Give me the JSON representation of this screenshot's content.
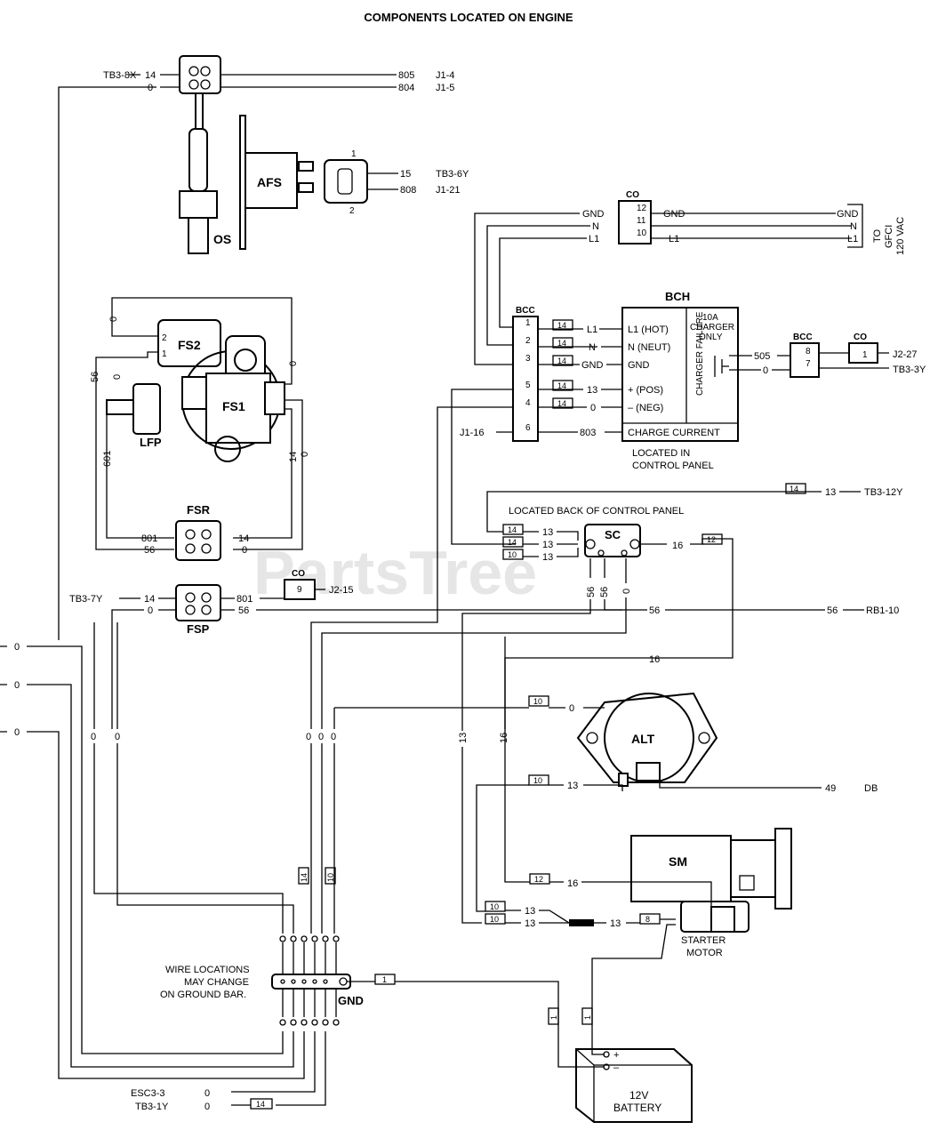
{
  "title": "COMPONENTS LOCATED ON ENGINE",
  "watermark": "PartsTree",
  "components": {
    "os": "OS",
    "afs": "AFS",
    "fs2": "FS2",
    "fs1": "FS1",
    "lfp": "LFP",
    "fsr": "FSR",
    "fsp": "FSP",
    "co": "CO",
    "bcc": "BCC",
    "bch": "BCH",
    "sc": "SC",
    "alt": "ALT",
    "sm": "SM",
    "gnd": "GND"
  },
  "notes": {
    "to_gfci_1": "TO",
    "to_gfci_2": "GFCI",
    "to_gfci_3": "120 VAC",
    "bch_located_1": "LOCATED IN",
    "bch_located_2": "CONTROL PANEL",
    "sc_located": "LOCATED BACK OF CONTROL PANEL",
    "charger_1": "10A",
    "charger_2": "CHARGER",
    "charger_3": "ONLY",
    "charger_failure": "CHARGER FAILURE",
    "starter_1": "STARTER",
    "starter_2": "MOTOR",
    "wire_loc_1": "WIRE LOCATIONS",
    "wire_loc_2": "MAY CHANGE",
    "wire_loc_3": "ON GROUND BAR.",
    "battery_1": "12V",
    "battery_2": "BATTERY"
  },
  "bch_terminals": [
    "L1 (HOT)",
    "N (NEUT)",
    "GND",
    "+ (POS)",
    "– (NEG)",
    "CHARGE CURRENT"
  ],
  "wire_labels": {
    "tb3_8x": "TB3-8X",
    "w14_a": "14",
    "w0_a": "0",
    "w805": "805",
    "j1_4": "J1-4",
    "w804": "804",
    "j1_5": "J1-5",
    "afs_pin1": "1",
    "afs_pin2": "2",
    "w15": "15",
    "tb3_6y": "TB3-6Y",
    "w808": "808",
    "j1_21": "J1-21",
    "co_12": "12",
    "co_11": "11",
    "co_10": "10",
    "gnd_l": "GND",
    "n_l": "N",
    "l1_l": "L1",
    "gnd_r": "GND",
    "n_r": "N",
    "l1_r": "L1",
    "gnd_e": "GND",
    "n_e": "N",
    "l1_e": "L1",
    "bcc_1": "1",
    "bcc_2": "2",
    "bcc_3": "3",
    "bcc_5": "5",
    "bcc_4": "4",
    "bcc_6": "6",
    "tag14_1": "14",
    "tag14_2": "14",
    "tag14_3": "14",
    "tag14_4": "14",
    "tag14_5": "14",
    "bl1": "L1",
    "bn": "N",
    "bgnd": "GND",
    "b13": "13",
    "b0": "0",
    "b803": "803",
    "j1_16": "J1-16",
    "w505": "505",
    "w0_ch": "0",
    "bcc2_8": "8",
    "bcc2_7": "7",
    "co2_1": "1",
    "j2_27": "J2-27",
    "tb3_3y": "TB3-3Y",
    "fs2_2": "2",
    "fs2_1": "1",
    "v0_top": "0",
    "v56": "56",
    "v0_mid": "0",
    "v601": "601",
    "v0_right": "0",
    "v14_right": "14",
    "v0_right2": "0",
    "w801": "801",
    "w56": "56",
    "w14_fsr": "14",
    "w0_fsr": "0",
    "tb3_7y": "TB3-7Y",
    "w14_fsp": "14",
    "w0_fsp": "0",
    "w801_fsp": "801",
    "w56_fsp": "56",
    "co3_9": "9",
    "j2_15": "J2-15",
    "tag14_top": "14",
    "w13_top": "13",
    "tb3_12y": "TB3-12Y",
    "sc_t14": "14",
    "sc_t14b": "14",
    "sc_t10": "10",
    "sc_13a": "13",
    "sc_13b": "13",
    "sc_13c": "13",
    "sc_16": "16",
    "sc_t12": "12",
    "sc_v56a": "56",
    "sc_v56b": "56",
    "sc_v0": "0",
    "w56_rb": "56",
    "w56_rb2": "56",
    "rb1_10": "RB1-10",
    "w16_a": "16",
    "left_0a": "0",
    "left_0b": "0",
    "left_0c": "0",
    "o1": "0",
    "o2": "0",
    "o3": "0",
    "o4": "0",
    "o5": "0",
    "t10_alt": "10",
    "w0_alt": "0",
    "v13": "13",
    "v16": "16",
    "t10_b": "10",
    "w13_alt": "13",
    "w49": "49",
    "db": "DB",
    "t12_sm": "12",
    "w16_sm": "16",
    "t10_c": "10",
    "t10_d": "10",
    "w13_c": "13",
    "w13_d": "13",
    "w13_e": "13",
    "t8": "8",
    "g14": "14",
    "g10": "10",
    "t1": "1",
    "esc3_3": "ESC3-3",
    "w0_esc": "0",
    "tb3_1y": "TB3-1Y",
    "w0_tb": "0",
    "t14_bot": "14",
    "bat_plus": "+",
    "bat_minus": "–",
    "bat_t1": "1",
    "bat_t2": "1"
  }
}
